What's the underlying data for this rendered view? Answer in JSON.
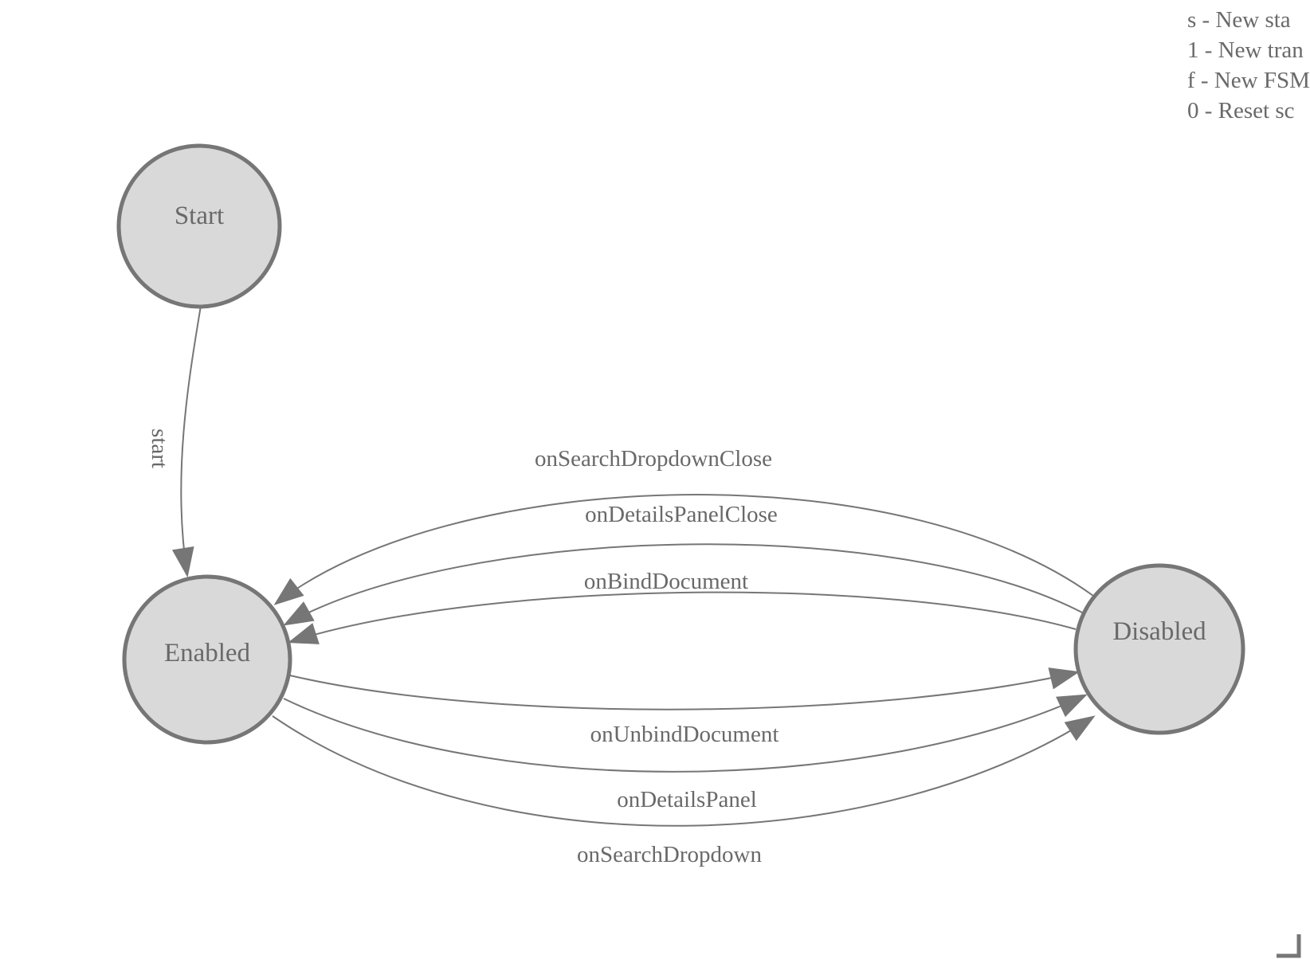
{
  "legend": {
    "lines": [
      "s - New sta",
      "1 - New tran",
      "f - New FSM",
      "0 - Reset sc"
    ]
  },
  "states": [
    {
      "label": "Start"
    },
    {
      "label": "Enabled"
    },
    {
      "label": "Disabled"
    }
  ],
  "transitions": [
    {
      "label": "start",
      "from": "Start",
      "to": "Enabled"
    },
    {
      "label": "onSearchDropdownClose",
      "from": "Disabled",
      "to": "Enabled"
    },
    {
      "label": "onDetailsPanelClose",
      "from": "Disabled",
      "to": "Enabled"
    },
    {
      "label": "onBindDocument",
      "from": "Disabled",
      "to": "Enabled"
    },
    {
      "label": "onUnbindDocument",
      "from": "Enabled",
      "to": "Disabled"
    },
    {
      "label": "onDetailsPanel",
      "from": "Enabled",
      "to": "Disabled"
    },
    {
      "label": "onSearchDropdown",
      "from": "Enabled",
      "to": "Disabled"
    }
  ],
  "colors": {
    "node_fill": "#d9d9d9",
    "node_stroke": "#767676",
    "edge_stroke": "#767676",
    "text": "#696969",
    "background": "#ffffff"
  }
}
